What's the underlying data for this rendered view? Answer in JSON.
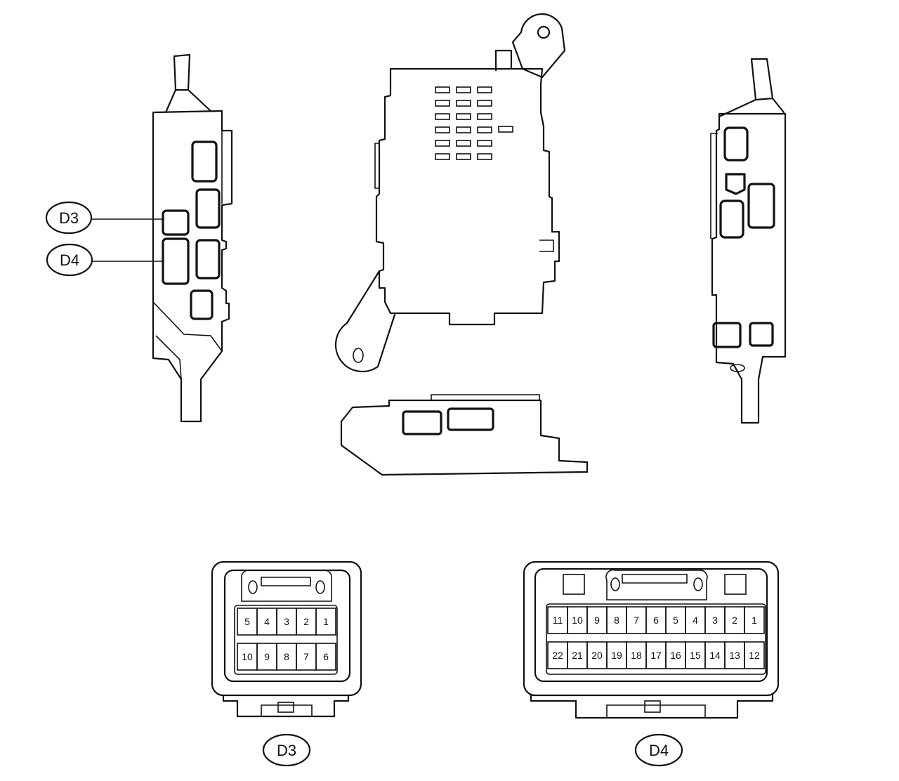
{
  "callouts": [
    {
      "id": "D3",
      "label": "D3"
    },
    {
      "id": "D4",
      "label": "D4"
    }
  ],
  "connectors": [
    {
      "id": "D3",
      "caption": "D3",
      "rows": [
        [
          "5",
          "4",
          "3",
          "2",
          "1"
        ],
        [
          "10",
          "9",
          "8",
          "7",
          "6"
        ]
      ]
    },
    {
      "id": "D4",
      "caption": "D4",
      "rows": [
        [
          "11",
          "10",
          "9",
          "8",
          "7",
          "6",
          "5",
          "4",
          "3",
          "2",
          "1"
        ],
        [
          "22",
          "21",
          "20",
          "19",
          "18",
          "17",
          "16",
          "15",
          "14",
          "13",
          "12"
        ]
      ]
    }
  ]
}
